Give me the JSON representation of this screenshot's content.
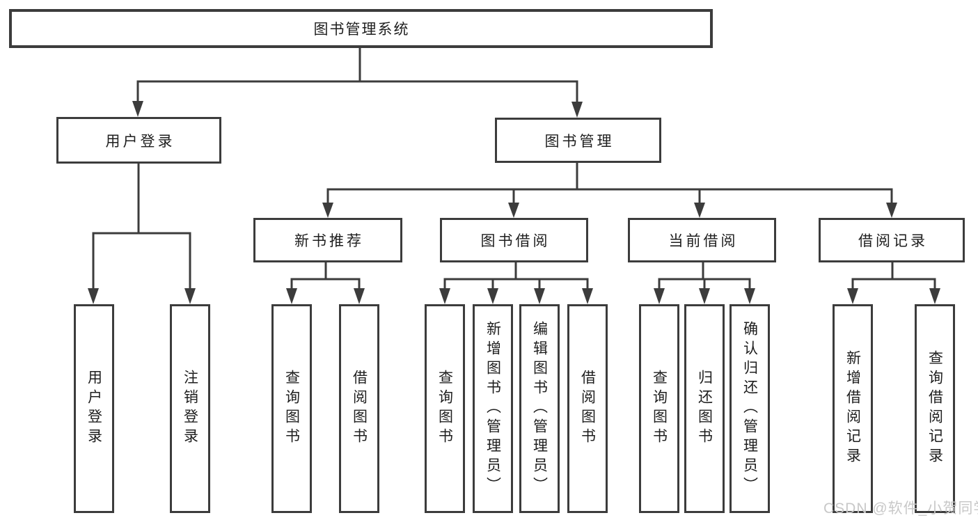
{
  "diagram": {
    "root": "图书管理系统",
    "level2": [
      "用户登录",
      "图书管理"
    ],
    "level3": [
      "新书推荐",
      "图书借阅",
      "当前借阅",
      "借阅记录"
    ],
    "leaves": {
      "user_login": [
        "用户登录",
        "注销登录"
      ],
      "new_books": [
        "查询图书",
        "借阅图书"
      ],
      "book_borrow": [
        "查询图书",
        "新增图书（管理员）",
        "编辑图书（管理员）",
        "借阅图书"
      ],
      "current_borrow": [
        "查询图书",
        "归还图书",
        "确认归还（管理员）"
      ],
      "borrow_records": [
        "新增借阅记录",
        "查询借阅记录"
      ]
    }
  },
  "watermark": {
    "text": "CSDN @软件_小贺同学",
    "color": "#c8c8c8"
  },
  "colors": {
    "line": "#3c3c3c",
    "box_border": "#3c3c3c",
    "text": "#1e1e1e",
    "background": "#ffffff"
  }
}
